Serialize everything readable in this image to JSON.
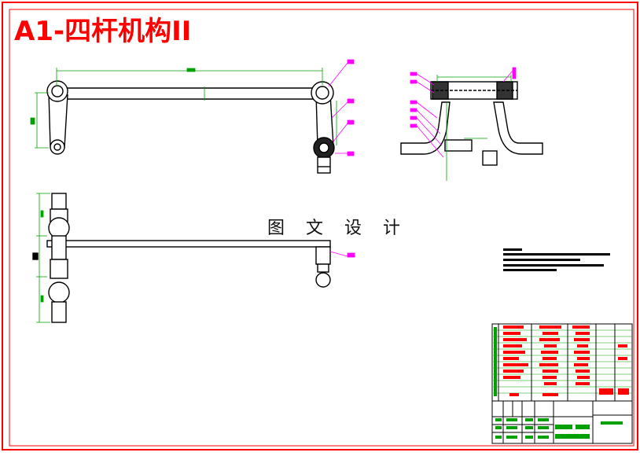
{
  "drawing": {
    "title": "A1-四杆机构II",
    "watermark": "图 文 设 计"
  },
  "colors": {
    "title": "#ff0000",
    "border": "#ff0000",
    "linework": "#000000",
    "dimension": "#00a000",
    "callout": "#ff00ff",
    "table_text": "#ff0000",
    "table_grid": "#00a000"
  },
  "icons": {
    "north_stamp": "black-square"
  }
}
